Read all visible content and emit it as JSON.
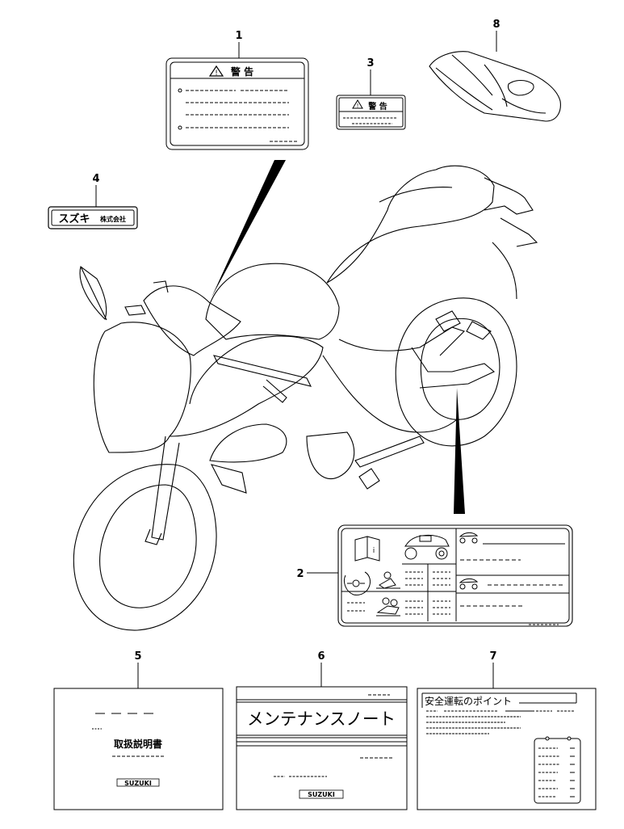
{
  "callouts": [
    "1",
    "2",
    "3",
    "4",
    "5",
    "6",
    "7",
    "8"
  ],
  "labels": {
    "warning_large": {
      "title": "警 告"
    },
    "warning_small": {
      "title": "警 告"
    },
    "maker_plate": {
      "brand": "スズキ",
      "company": "株式会社"
    },
    "owners_manual": {
      "title": "取扱説明書",
      "logo": "SUZUKI"
    },
    "maintenance_note": {
      "title": "メンテナンスノート",
      "logo": "SUZUKI"
    },
    "safety_points": {
      "title": "安全運転のポイント"
    }
  },
  "icons": [
    "warning-triangle-icon",
    "book-info-icon",
    "motorcycle-icon",
    "tire-pressure-icon",
    "rider-icon",
    "tandem-riders-icon"
  ]
}
